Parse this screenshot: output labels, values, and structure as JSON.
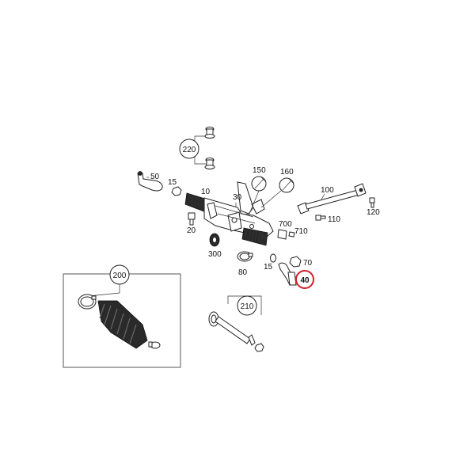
{
  "accent_color": "#d0202a",
  "highlighted_part": "40",
  "labels": {
    "p50": "50",
    "p15a": "15",
    "p10": "10",
    "p20": "20",
    "p300": "300",
    "p30": "30",
    "p150": "150",
    "p160": "160",
    "p100": "100",
    "p110": "110",
    "p120": "120",
    "p700": "700",
    "p710": "710",
    "p15b": "15",
    "p70": "70",
    "p40": "40",
    "p80": "80",
    "p220": "220",
    "p200": "200",
    "p210": "210"
  }
}
